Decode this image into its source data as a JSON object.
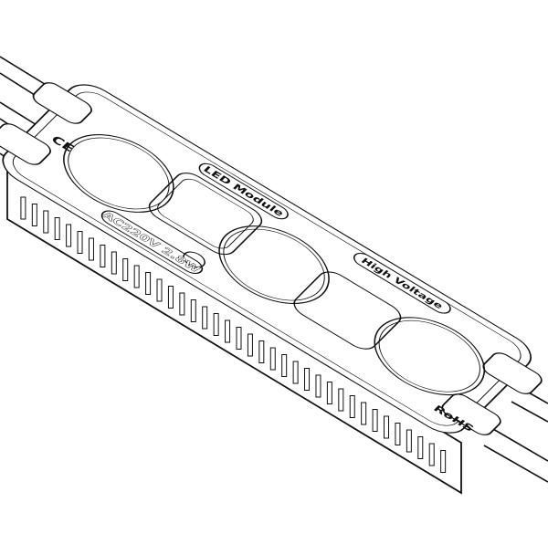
{
  "drawing": {
    "labels": {
      "module": "LED Module",
      "rating": "AC220V 2.8W",
      "voltage": "High Voltage",
      "rohs": "RoHS",
      "ce": "CE"
    },
    "colors": {
      "line": "#111111",
      "background": "#ffffff"
    }
  }
}
